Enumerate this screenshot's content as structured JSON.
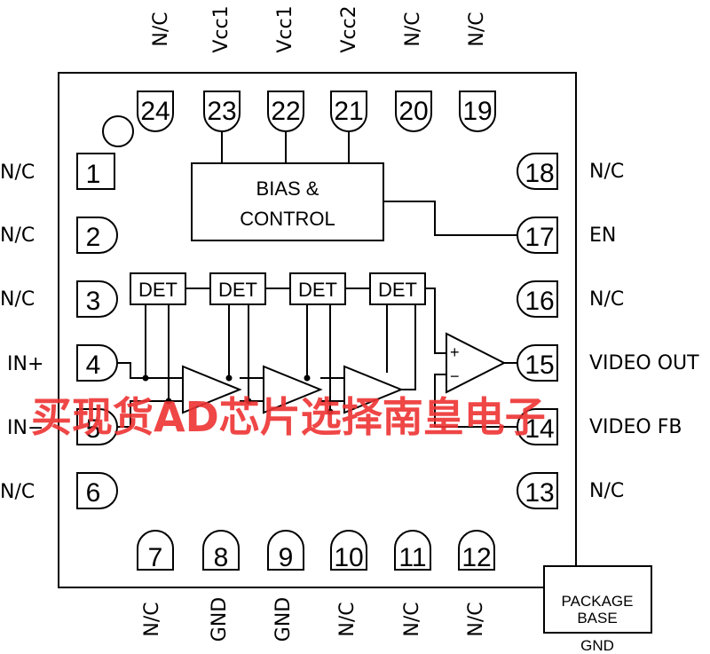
{
  "top_labels": [
    "N/C",
    "Vcc1",
    "Vcc1",
    "Vcc2",
    "N/C",
    "N/C"
  ],
  "top_pins": [
    "24",
    "23",
    "22",
    "21",
    "20",
    "19"
  ],
  "left_labels": [
    "N/C",
    "N/C",
    "N/C",
    "IN+",
    "IN−",
    "N/C"
  ],
  "left_pins": [
    "1",
    "2",
    "3",
    "4",
    "5",
    "6"
  ],
  "right_labels": [
    "N/C",
    "EN",
    "N/C",
    "VIDEO OUT",
    "VIDEO FB",
    "N/C"
  ],
  "right_pins": [
    "18",
    "17",
    "16",
    "15",
    "14",
    "13"
  ],
  "bottom_labels": [
    "N/C",
    "GND",
    "GND",
    "N/C",
    "N/C",
    "N/C"
  ],
  "bottom_pins": [
    "7",
    "8",
    "9",
    "10",
    "11",
    "12"
  ],
  "bias_block": {
    "line1": "BIAS &",
    "line2": "CONTROL"
  },
  "detectors": [
    "DET",
    "DET",
    "DET",
    "DET"
  ],
  "opamp": {
    "plus": "+",
    "minus": "−"
  },
  "package_base": {
    "line1": "PACKAGE",
    "line2": "BASE",
    "gnd": "GND"
  },
  "watermark": "买现货AD芯片选择南皇电子"
}
